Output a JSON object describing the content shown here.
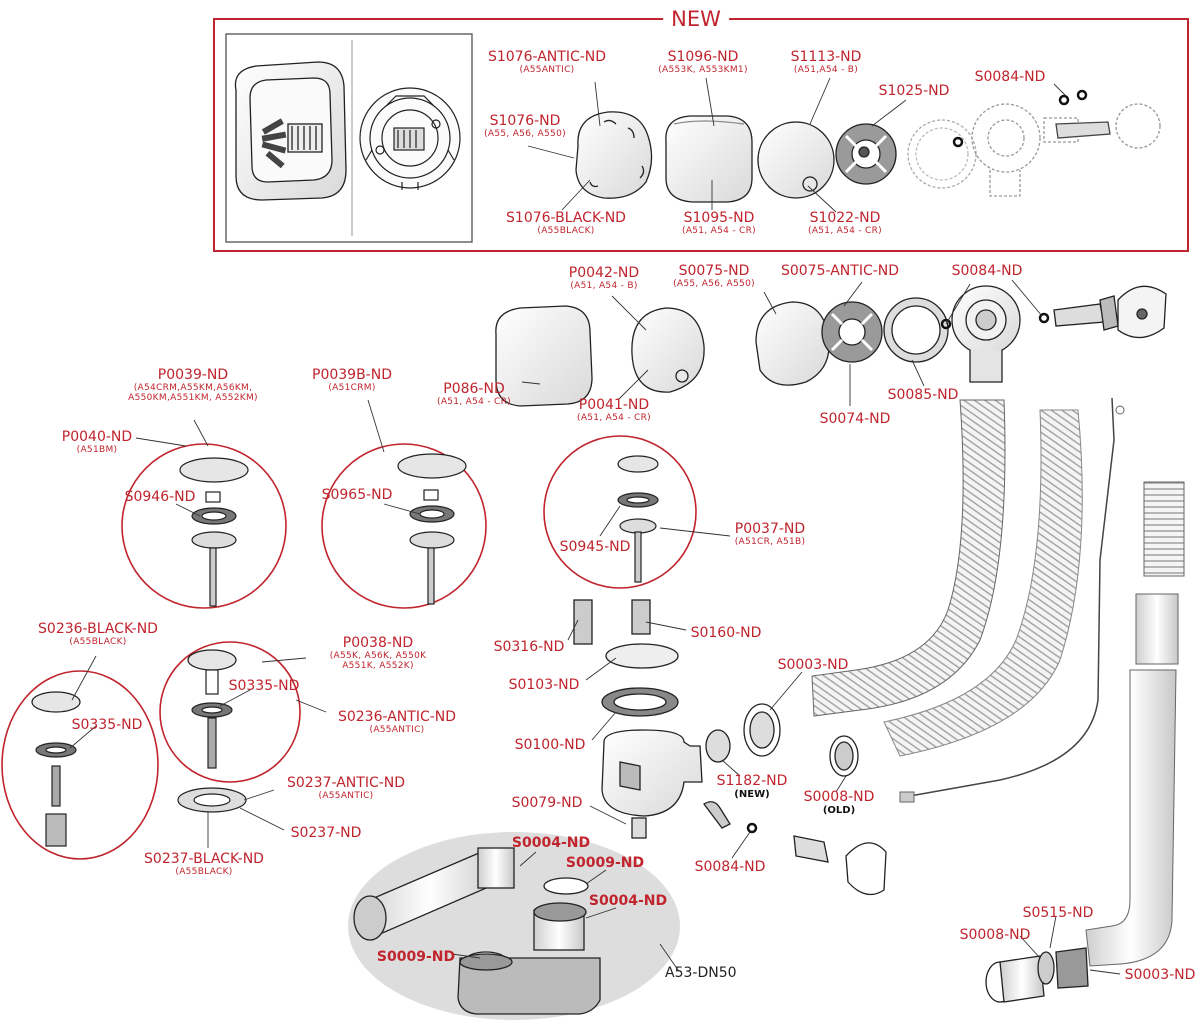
{
  "colors": {
    "accent": "#c0242d",
    "line": "#222222",
    "shade": "#dddddd"
  },
  "new_section": {
    "title": "NEW"
  },
  "group_caption": "A53-DN50",
  "labels": {
    "s1076_antic": {
      "code": "S1076-ANTIC-ND",
      "sub": "(A55ANTIC)"
    },
    "s1096": {
      "code": "S1096-ND",
      "sub": "(A553K, A553KM1)"
    },
    "s1113": {
      "code": "S1113-ND",
      "sub": "(A51,A54 - B)"
    },
    "s0084_new": {
      "code": "S0084-ND"
    },
    "s1025": {
      "code": "S1025-ND"
    },
    "s1076": {
      "code": "S1076-ND",
      "sub": "(A55, A56, A550)"
    },
    "s1076_black": {
      "code": "S1076-BLACK-ND",
      "sub": "(A55BLACK)"
    },
    "s1095": {
      "code": "S1095-ND",
      "sub": "(A51, A54 - CR)"
    },
    "s1022": {
      "code": "S1022-ND",
      "sub": "(A51, A54 - CR)"
    },
    "p0042": {
      "code": "P0042-ND",
      "sub": "(A51, A54 - B)"
    },
    "s0075": {
      "code": "S0075-ND",
      "sub": "(A55, A56, A550)"
    },
    "s0075_antic": {
      "code": "S0075-ANTIC-ND"
    },
    "s0084_top": {
      "code": "S0084-ND"
    },
    "p086": {
      "code": "P086-ND",
      "sub": "(A51, A54 - CR)"
    },
    "p0041": {
      "code": "P0041-ND",
      "sub": "(A51, A54 - CR)"
    },
    "s0085": {
      "code": "S0085-ND"
    },
    "s0074": {
      "code": "S0074-ND"
    },
    "p0039": {
      "code": "P0039-ND",
      "sub": "(A54CRM,A55KM,A56KM,",
      "sub2": "A550KM,A551KM, A552KM)"
    },
    "p0039b": {
      "code": "P0039B-ND",
      "sub": "(A51CRM)"
    },
    "p0040": {
      "code": "P0040-ND",
      "sub": "(A51BM)"
    },
    "s0946": {
      "code": "S0946-ND"
    },
    "s0965": {
      "code": "S0965-ND"
    },
    "s0945": {
      "code": "S0945-ND"
    },
    "p0037": {
      "code": "P0037-ND",
      "sub": "(A51CR, A51B)"
    },
    "s0316": {
      "code": "S0316-ND"
    },
    "s0160": {
      "code": "S0160-ND"
    },
    "s0236_black": {
      "code": "S0236-BLACK-ND",
      "sub": "(A55BLACK)"
    },
    "p0038": {
      "code": "P0038-ND",
      "sub": "(A55K, A56K, A550K",
      "sub2": "A551K, A552K)"
    },
    "s0335_a": {
      "code": "S0335-ND"
    },
    "s0335_b": {
      "code": "S0335-ND"
    },
    "s0236_antic": {
      "code": "S0236-ANTIC-ND",
      "sub": "(A55ANTIC)"
    },
    "s0103": {
      "code": "S0103-ND"
    },
    "s0003_mid": {
      "code": "S0003-ND"
    },
    "s0100": {
      "code": "S0100-ND"
    },
    "s1182": {
      "code": "S1182-ND",
      "note": "(NEW)"
    },
    "s0008_mid": {
      "code": "S0008-ND",
      "note": "(OLD)"
    },
    "s0237_antic": {
      "code": "S0237-ANTIC-ND",
      "sub": "(A55ANTIC)"
    },
    "s0237": {
      "code": "S0237-ND"
    },
    "s0079": {
      "code": "S0079-ND"
    },
    "s0237_black": {
      "code": "S0237-BLACK-ND",
      "sub": "(A55BLACK)"
    },
    "s0084_mid": {
      "code": "S0084-ND"
    },
    "s0004_a": {
      "code": "S0004-ND"
    },
    "s0009_a": {
      "code": "S0009-ND"
    },
    "s0004_b": {
      "code": "S0004-ND"
    },
    "s0009_b": {
      "code": "S0009-ND"
    },
    "s0515": {
      "code": "S0515-ND"
    },
    "s0008_bot": {
      "code": "S0008-ND"
    },
    "s0003_bot": {
      "code": "S0003-ND"
    }
  }
}
